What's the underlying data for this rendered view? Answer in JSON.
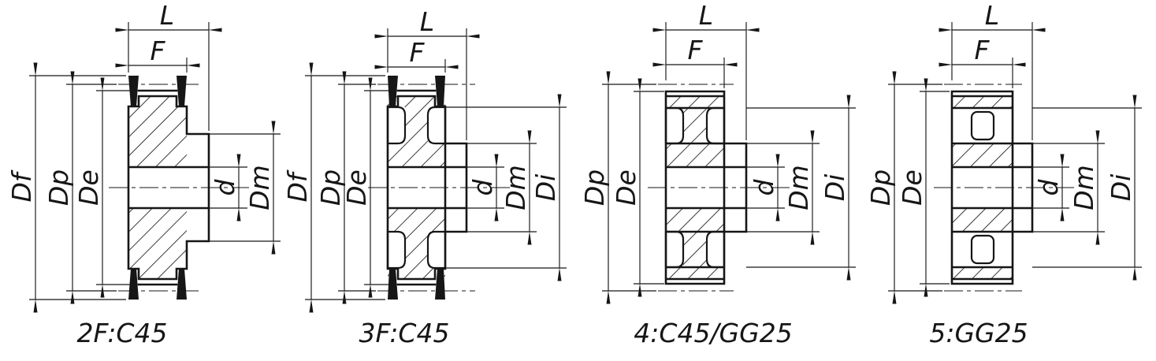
{
  "drawing": {
    "title": "timing-pulley-cross-sections",
    "colors": {
      "ink": "#161616",
      "paper": "#ffffff"
    },
    "pulleys": [
      {
        "caption": "2F:C45",
        "labels": {
          "L": "L",
          "F": "F",
          "Df": "Df",
          "Dp": "Dp",
          "De": "De",
          "d": "d",
          "Dm": "Dm"
        }
      },
      {
        "caption": "3F:C45",
        "labels": {
          "L": "L",
          "F": "F",
          "Df": "Df",
          "Dp": "Dp",
          "De": "De",
          "d": "d",
          "Dm": "Dm",
          "Di": "Di"
        }
      },
      {
        "caption": "4:C45/GG25",
        "labels": {
          "L": "L",
          "F": "F",
          "Dp": "Dp",
          "De": "De",
          "d": "d",
          "Dm": "Dm",
          "Di": "Di"
        }
      },
      {
        "caption": "5:GG25",
        "labels": {
          "L": "L",
          "F": "F",
          "Dp": "Dp",
          "De": "De",
          "d": "d",
          "Dm": "Dm",
          "Di": "Di"
        }
      }
    ]
  }
}
